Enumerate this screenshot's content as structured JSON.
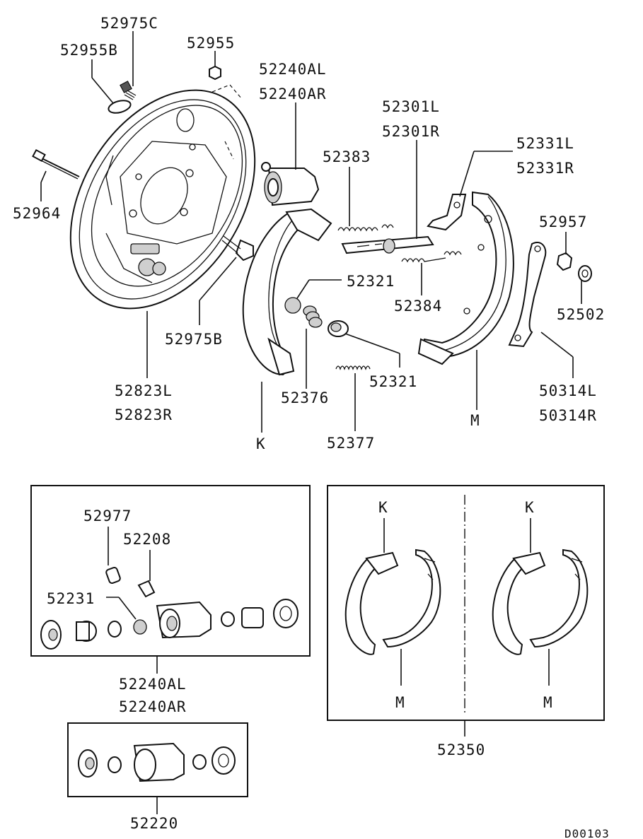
{
  "diagram": {
    "code": "D00103",
    "labels": {
      "l_52975C": "52975C",
      "l_52955B": "52955B",
      "l_52955": "52955",
      "l_52240AL_top": "52240AL",
      "l_52240AR_top": "52240AR",
      "l_52301L": "52301L",
      "l_52301R": "52301R",
      "l_52383": "52383",
      "l_52331L": "52331L",
      "l_52331R": "52331R",
      "l_52964": "52964",
      "l_52957": "52957",
      "l_52321_a": "52321",
      "l_52384": "52384",
      "l_52502": "52502",
      "l_52975B": "52975B",
      "l_52321_b": "52321",
      "l_52823L": "52823L",
      "l_52823R": "52823R",
      "l_52376": "52376",
      "l_50314L": "50314L",
      "l_50314R": "50314R",
      "l_M_main": "M",
      "l_K_main": "K",
      "l_52377": "52377",
      "l_52977": "52977",
      "l_52208": "52208",
      "l_52231": "52231",
      "l_52240AL_bot": "52240AL",
      "l_52240AR_bot": "52240AR",
      "l_52220": "52220",
      "l_K_set1": "K",
      "l_K_set2": "K",
      "l_M_set1": "M",
      "l_M_set2": "M",
      "l_52350": "52350"
    }
  }
}
